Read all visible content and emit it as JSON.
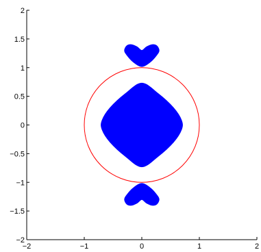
{
  "chart_data": {
    "type": "scatter",
    "xlim": [
      -2,
      2
    ],
    "ylim": [
      -2,
      2
    ],
    "x_ticks": [
      -2,
      -1,
      0,
      1,
      2
    ],
    "y_ticks": [
      -2,
      -1.5,
      -1,
      -0.5,
      0,
      0.5,
      1,
      1.5,
      2
    ],
    "x_tick_labels": [
      "−2",
      "−1",
      "0",
      "1",
      "2"
    ],
    "y_tick_labels": [
      "−2",
      "−1.5",
      "−1",
      "−0.5",
      "0",
      "0.5",
      "1",
      "1.5",
      "2"
    ],
    "grid": false,
    "box": false,
    "unit_circle": {
      "center": [
        0,
        0
      ],
      "radius": 1,
      "color": "#ff0000"
    },
    "regions": [
      {
        "shape": "rounded-diamond",
        "color": "#0000ff",
        "boundary": [
          [
            0,
            0.73
          ],
          [
            0.28,
            0.55
          ],
          [
            0.55,
            0.3
          ],
          [
            0.69,
            0.08
          ],
          [
            0.69,
            -0.08
          ],
          [
            0.55,
            -0.3
          ],
          [
            0.28,
            -0.55
          ],
          [
            0,
            -0.73
          ],
          [
            -0.28,
            -0.55
          ],
          [
            -0.55,
            -0.3
          ],
          [
            -0.69,
            -0.08
          ],
          [
            -0.69,
            0.08
          ],
          [
            -0.55,
            0.3
          ],
          [
            -0.28,
            0.55
          ]
        ]
      },
      {
        "shape": "heart-lobe-upper",
        "color": "#0000ff",
        "boundary": [
          [
            0,
            1.02
          ],
          [
            0.15,
            1.1
          ],
          [
            0.26,
            1.22
          ],
          [
            0.3,
            1.3
          ],
          [
            0.26,
            1.38
          ],
          [
            0.18,
            1.4
          ],
          [
            0.08,
            1.36
          ],
          [
            0,
            1.3
          ],
          [
            -0.08,
            1.36
          ],
          [
            -0.18,
            1.4
          ],
          [
            -0.26,
            1.38
          ],
          [
            -0.3,
            1.3
          ],
          [
            -0.26,
            1.22
          ],
          [
            -0.15,
            1.1
          ]
        ]
      },
      {
        "shape": "heart-lobe-lower",
        "color": "#0000ff",
        "boundary": [
          [
            0,
            -1.02
          ],
          [
            0.15,
            -1.1
          ],
          [
            0.26,
            -1.22
          ],
          [
            0.3,
            -1.3
          ],
          [
            0.26,
            -1.38
          ],
          [
            0.18,
            -1.4
          ],
          [
            0.08,
            -1.36
          ],
          [
            0,
            -1.3
          ],
          [
            -0.08,
            -1.36
          ],
          [
            -0.18,
            -1.4
          ],
          [
            -0.26,
            -1.38
          ],
          [
            -0.3,
            -1.3
          ],
          [
            -0.26,
            -1.22
          ],
          [
            -0.15,
            -1.1
          ]
        ]
      }
    ]
  }
}
